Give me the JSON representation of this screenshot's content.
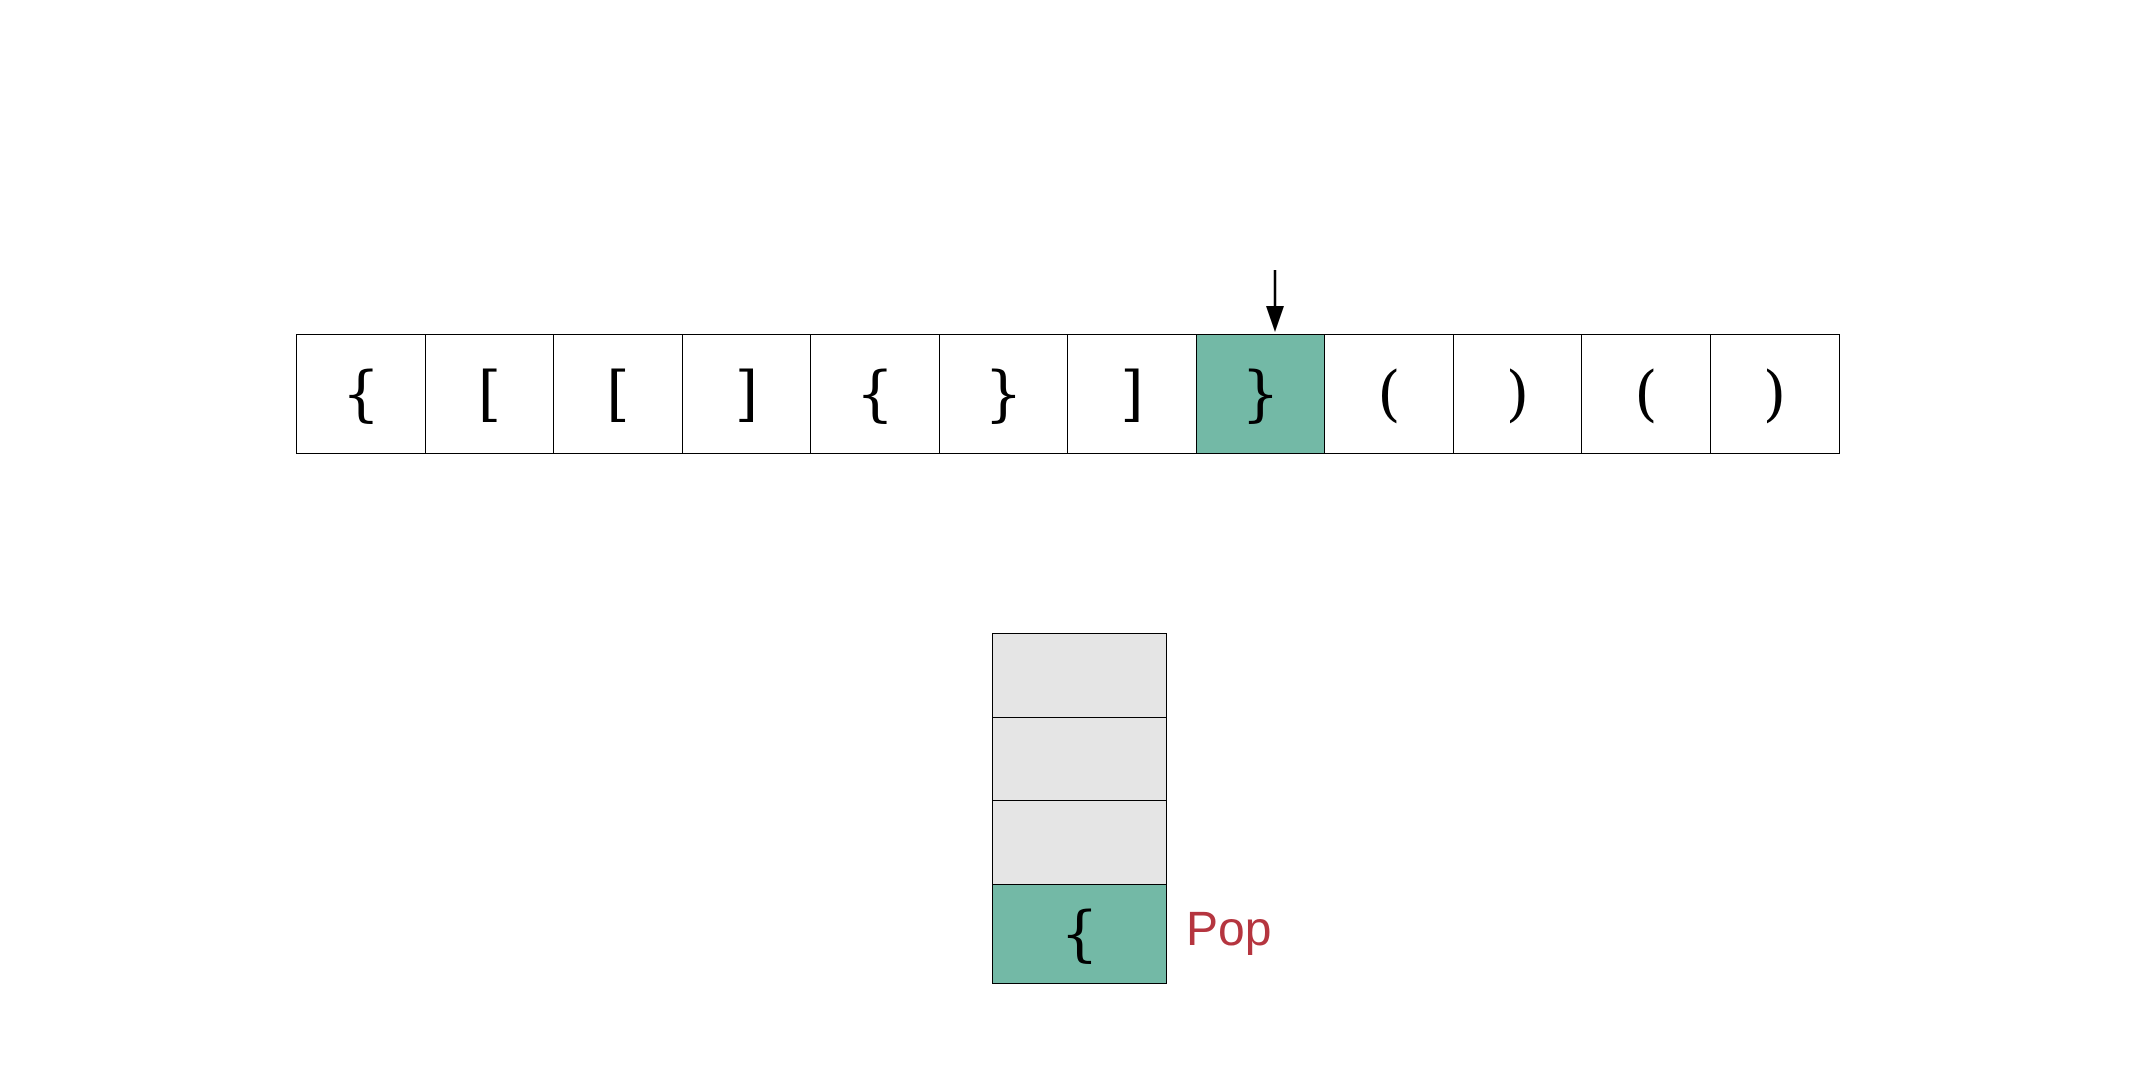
{
  "array": {
    "cells": [
      "{",
      "[",
      "[",
      "]",
      "{",
      "}",
      "]",
      "}",
      "(",
      ")",
      "(",
      ")"
    ],
    "current_index": 7
  },
  "stack": {
    "slots": [
      "",
      "",
      "",
      "{"
    ],
    "top_index": 3
  },
  "action": {
    "label": "Pop"
  },
  "colors": {
    "active": "#73b9a6",
    "empty_slot": "#e5e5e5",
    "action_text": "#b5353f",
    "border": "#000000"
  }
}
